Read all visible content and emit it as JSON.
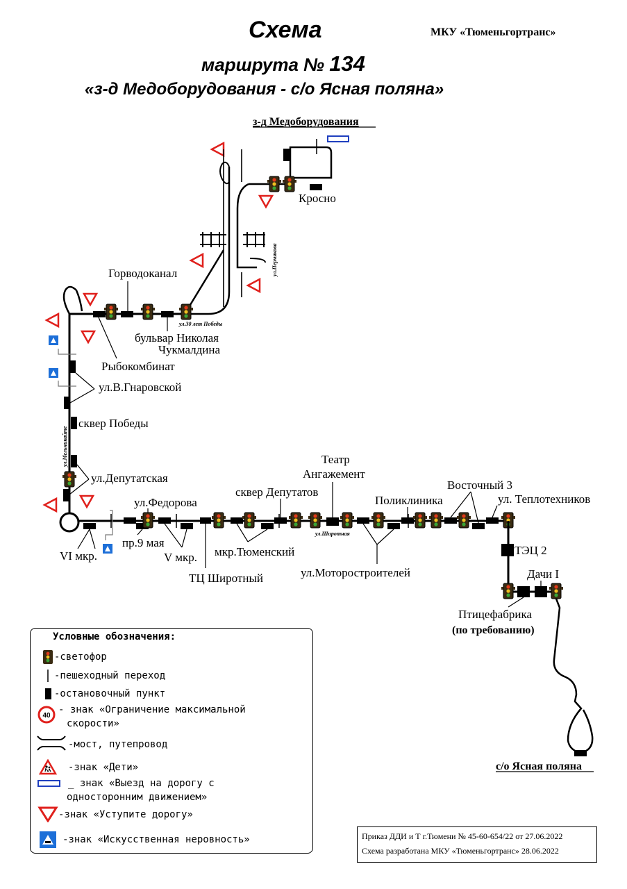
{
  "header": {
    "title_line1": "Схема",
    "title_line2_prefix": "маршрута № ",
    "route_number": "134",
    "title_line3": "«з-д Медоборудования - с/о Ясная поляна»",
    "organization": "МКУ «Тюменьгортранс»"
  },
  "map": {
    "terminal_start": "з-д Медоборудования",
    "terminal_end": "с/о Ясная поляна",
    "stops": {
      "krosno": "Кросно",
      "gorvodokanal": "Горводоканал",
      "bulvar_1": "бульвар Николая",
      "bulvar_2": "Чукмалдина",
      "rybokombinat": "Рыбокомбинат",
      "gnarovskoy": "ул.В.Гнаровской",
      "skver_pobedy": "сквер Победы",
      "deputatskaya": "ул.Депутатская",
      "vi_mkr": "VI мкр.",
      "pr9maya": "пр.9 мая",
      "fedorova": "ул.Федорова",
      "v_mkr": "V мкр.",
      "tc_shirotny": "ТЦ Широтный",
      "skver_deputatov": "сквер Депутатов",
      "mkr_tyumensky": "мкр.Тюменский",
      "teatr_1": "Театр",
      "teatr_2": "Ангажемент",
      "motorostroiteley": "ул.Моторостроителей",
      "poliklinika": "Поликлиника",
      "vostochny3": "Восточный 3",
      "teplotekhnikov": "ул. Теплотехников",
      "tec2": "ТЭЦ 2",
      "dachi1": "Дачи I",
      "pticefabrika": "Птицефабрика",
      "po_trebovaniyu": "(по требованию)"
    },
    "streets": {
      "permyakova": "ул.Пермякова",
      "let30_pobedy": "ул.30 лет Победы",
      "melnikaite": "ул.Мельникайте",
      "shirotnaya": "ул.Широтная"
    },
    "speed_limit_value": "40",
    "colors": {
      "yield_sign": "#e0201c",
      "oneway_sign": "#1f3fbf",
      "bump_sign": "#1d6fd8",
      "route_line": "#000000"
    }
  },
  "legend": {
    "title": "Условные обозначения:",
    "items": [
      {
        "icon": "traffic-light-icon",
        "text": "-светофор"
      },
      {
        "icon": "crosswalk-icon",
        "text": "-пешеходный переход"
      },
      {
        "icon": "bus-stop-icon",
        "text": "-остановочный пункт"
      },
      {
        "icon": "speed-limit-icon",
        "text": "- знак «Ограничение максимальной",
        "text2": "скорости»"
      },
      {
        "icon": "bridge-icon",
        "text": "-мост, путепровод"
      },
      {
        "icon": "children-sign-icon",
        "text": "-знак «Дети»"
      },
      {
        "icon": "oneway-sign-icon",
        "text": "_ знак «Выезд на дорогу с",
        "text2": "односторонним движением»"
      },
      {
        "icon": "yield-sign-icon",
        "text": "-знак «Уступите дорогу»"
      },
      {
        "icon": "speed-bump-icon",
        "text": "-знак «Искусственная неровность»"
      }
    ]
  },
  "footer": {
    "order_line1": "Приказ ДДИ и Т г.Тюмени № 45-60-654/22 от 27.06.2022",
    "order_line2": "Схема разработана МКУ «Тюменьгортранс» 28.06.2022"
  }
}
